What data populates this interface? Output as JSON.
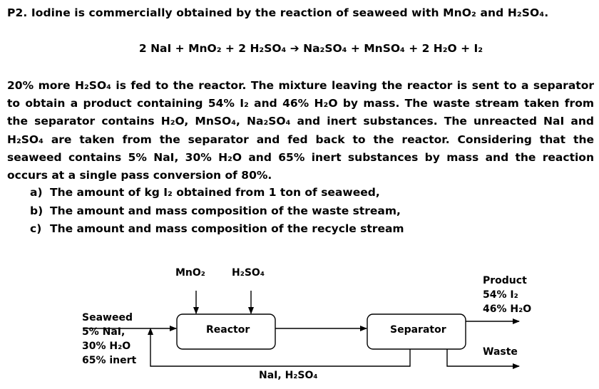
{
  "problem": {
    "title": "P2. Iodine is commercially obtained by the reaction of seaweed with MnO₂ and H₂SO₄.",
    "equation": "2 NaI + MnO₂ + 2 H₂SO₄ ➔ Na₂SO₄ + MnSO₄ + 2 H₂O + I₂",
    "paragraph": "20% more H₂SO₄ is fed to the reactor. The mixture leaving the reactor is sent to a separator to obtain a product containing 54% I₂ and 46% H₂O by mass. The waste stream taken from the separator contains H₂O, MnSO₄, Na₂SO₄ and inert substances. The unreacted NaI and H₂SO₄ are taken from the separator and fed back to the reactor. Considering that the seaweed contains 5% NaI, 30% H₂O and 65% inert substances by mass and the reaction occurs at a single pass conversion of 80%.",
    "questions": [
      {
        "letter": "a)",
        "text": "The amount of kg I₂ obtained from 1 ton of seaweed,"
      },
      {
        "letter": "b)",
        "text": "The amount and mass composition of the waste stream,"
      },
      {
        "letter": "c)",
        "text": "The amount and mass composition of the recycle stream"
      }
    ]
  },
  "diagram": {
    "reactor": "Reactor",
    "separator": "Separator",
    "mno2": "MnO₂",
    "h2so4": "H₂SO₄",
    "seaweed": [
      "Seaweed",
      "5% NaI,",
      "30% H₂O",
      "65% inert"
    ],
    "product": [
      "Product",
      "54% I₂",
      "46% H₂O"
    ],
    "waste": "Waste",
    "recycle": "NaI, H₂SO₄"
  }
}
